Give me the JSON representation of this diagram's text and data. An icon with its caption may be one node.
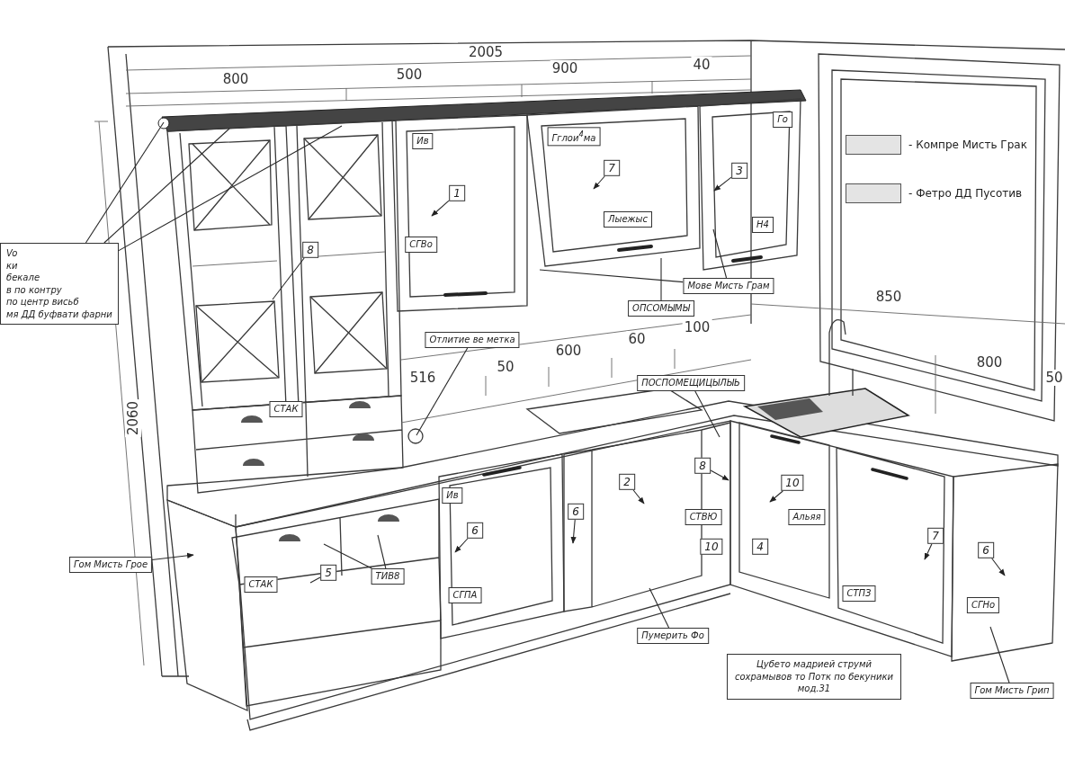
{
  "diagram": {
    "nodes": [
      {
        "text": [
          "Vo",
          "ки",
          "бекале",
          "в по контру",
          "по центр висьб",
          "мя ДД буфвати фарни"
        ]
      },
      {
        "text": [
          "Ив"
        ]
      },
      {
        "text": [
          "1"
        ]
      },
      {
        "text": [
          "СГВо"
        ]
      },
      {
        "text": [
          "Гглои$^{4}$ма"
        ]
      },
      {
        "text": [
          "7"
        ]
      },
      {
        "text": [
          "Лыежыс"
        ]
      },
      {
        "text": [
          "Го"
        ]
      },
      {
        "text": [
          "3"
        ]
      },
      {
        "text": [
          "Н4"
        ]
      },
      {
        "text": [
          "8"
        ]
      },
      {
        "text": [
          "Мове Мисть Грам"
        ]
      },
      {
        "text": [
          "ОПСОМЫМЫ"
        ]
      },
      {
        "text": [
          "Отлитие ве метка"
        ]
      },
      {
        "text": [
          "ПОСПОМЕЩИЦЫЛЫЬ"
        ]
      },
      {
        "text": [
          "СТАК"
        ]
      },
      {
        "text": [
          "Ив"
        ]
      },
      {
        "text": [
          "6"
        ]
      },
      {
        "text": [
          "6"
        ]
      },
      {
        "text": [
          "2"
        ]
      },
      {
        "text": [
          "8"
        ]
      },
      {
        "text": [
          "СТВЮ"
        ]
      },
      {
        "text": [
          "10"
        ]
      },
      {
        "text": [
          "10"
        ]
      },
      {
        "text": [
          "Альяя"
        ]
      },
      {
        "text": [
          "4"
        ]
      },
      {
        "text": [
          "7"
        ]
      },
      {
        "text": [
          "6"
        ]
      },
      {
        "text": [
          "Гом Мисть Грое"
        ]
      },
      {
        "text": [
          "5"
        ]
      },
      {
        "text": [
          "ТИВ8"
        ]
      },
      {
        "text": [
          "СТАК"
        ]
      },
      {
        "text": [
          "СГПА"
        ]
      },
      {
        "text": [
          "СТПЗ"
        ]
      },
      {
        "text": [
          "СГНо"
        ]
      },
      {
        "text": [
          "Пумерить Фо"
        ]
      },
      {
        "text": [
          "Цубето мадрией струмй сохрамывов то Потк по бекуники мод.31"
        ]
      },
      {
        "text": [
          "Гом Мисть Грип"
        ]
      }
    ],
    "edges": [
      {
        "from": 0,
        "to": null,
        "arrow": "none"
      },
      {
        "from": 0,
        "to": null,
        "arrow": "none"
      },
      {
        "from": 0,
        "to": null,
        "arrow": "none"
      },
      {
        "from": 2,
        "to": null,
        "arrow": "to"
      },
      {
        "from": 5,
        "to": null,
        "arrow": "to"
      },
      {
        "from": 8,
        "to": null,
        "arrow": "to"
      },
      {
        "from": 10,
        "to": null,
        "arrow": "none"
      },
      {
        "from": 11,
        "to": null,
        "arrow": "none"
      },
      {
        "from": 11,
        "to": null,
        "arrow": "none"
      },
      {
        "from": 12,
        "to": null,
        "arrow": "none"
      },
      {
        "from": 13,
        "to": null,
        "arrow": "none"
      },
      {
        "from": 14,
        "to": null,
        "arrow": "none"
      },
      {
        "from": 17,
        "to": null,
        "arrow": "to"
      },
      {
        "from": 18,
        "to": null,
        "arrow": "to"
      },
      {
        "from": 19,
        "to": null,
        "arrow": "to"
      },
      {
        "from": 20,
        "to": null,
        "arrow": "to"
      },
      {
        "from": 23,
        "to": null,
        "arrow": "to"
      },
      {
        "from": 26,
        "to": null,
        "arrow": "to"
      },
      {
        "from": 27,
        "to": null,
        "arrow": "to"
      },
      {
        "from": 28,
        "to": null,
        "arrow": "to"
      },
      {
        "from": 29,
        "to": null,
        "arrow": "none"
      },
      {
        "from": 30,
        "to": null,
        "arrow": "none"
      },
      {
        "from": 30,
        "to": null,
        "arrow": "none"
      },
      {
        "from": 35,
        "to": null,
        "arrow": "none"
      },
      {
        "from": 37,
        "to": null,
        "arrow": "none"
      }
    ],
    "labels": [
      "2005",
      "800",
      "500",
      "900",
      "40",
      "2060",
      "516",
      "50",
      "600",
      "60",
      "100",
      "850",
      "800",
      "50"
    ],
    "legend": [
      {
        "text": "- Компре Мисть Грак",
        "color": "#e4e4e4"
      },
      {
        "text": "- Фетро ДД Пусотив",
        "color": "#e4e4e4"
      }
    ]
  }
}
